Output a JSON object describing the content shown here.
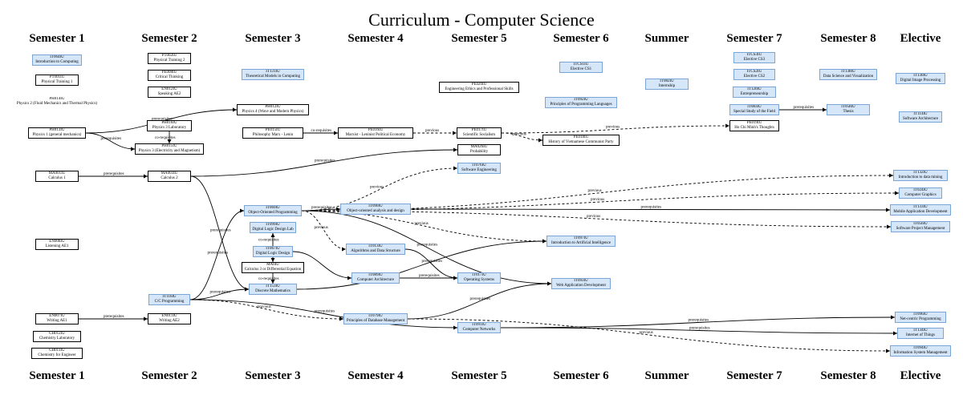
{
  "title": "Curriculum - Computer Science",
  "semesters": [
    "Semester 1",
    "Semester 2",
    "Semester 3",
    "Semester 4",
    "Semester 5",
    "Semester 6",
    "Summer",
    "Semester 7",
    "Semester 8",
    "Elective"
  ],
  "edge_labels": {
    "prereq": "prerequisites",
    "coreq": "co-requisites",
    "prev": "previous"
  },
  "courses": {
    "IT064IU": {
      "code": "IT064IU",
      "name": "Introduction to Computing",
      "style": "blue"
    },
    "PT001IU": {
      "code": "PT001IU",
      "name": "Physical Training 1",
      "style": "white"
    },
    "PH014IU": {
      "code": "PH014IU",
      "name": "Physics 2 (Fluid Mechanics and Thermal Physics)",
      "style": "plain"
    },
    "PH013IU": {
      "code": "PH013IU",
      "name": "Physics 1 (general mechanics)",
      "style": "white"
    },
    "MA001IU": {
      "code": "MA001IU",
      "name": "Calculus 1",
      "style": "white"
    },
    "EN008IU": {
      "code": "EN008IU",
      "name": "Listening AE1",
      "style": "white"
    },
    "EN007IU": {
      "code": "EN007IU",
      "name": "Writing AE1",
      "style": "white"
    },
    "CH012IU": {
      "code": "CH012IU",
      "name": "Chemistry Laboratory",
      "style": "white"
    },
    "CH011IU": {
      "code": "CH011IU",
      "name": "Chemistry for Engineer",
      "style": "white"
    },
    "PT002IU": {
      "code": "PT002IU",
      "name": "Physical Training 2",
      "style": "white"
    },
    "PE008IU": {
      "code": "PE008IU",
      "name": "Critical Thinking",
      "style": "white"
    },
    "EN012IU": {
      "code": "EN012IU",
      "name": "Speaking AE2",
      "style": "white"
    },
    "PH016IU": {
      "code": "PH016IU",
      "name": "Physics 3 Laboratory",
      "style": "white"
    },
    "PH015IU": {
      "code": "PH015IU",
      "name": "Physics 3 (Electricity and Magnetism)",
      "style": "white"
    },
    "MA003IU": {
      "code": "MA003IU",
      "name": "Calculus 2",
      "style": "white"
    },
    "EN011IU": {
      "code": "EN011IU",
      "name": "Writing AE2",
      "style": "white"
    },
    "IT116IU": {
      "code": "IT116IU",
      "name": "C/C Programming",
      "style": "blue"
    },
    "IT131IU": {
      "code": "IT131IU",
      "name": "Theoretical Models in Computing",
      "style": "blue"
    },
    "PH012IU": {
      "code": "PH012IU",
      "name": "Physics 4 (Wave and Modern Physics)",
      "style": "white"
    },
    "PE015IU": {
      "code": "PE015IU",
      "name": "Philosophy Marx - Lenin",
      "style": "white"
    },
    "IT069IU": {
      "code": "IT069IU",
      "name": "Object-Oriented Programming",
      "style": "blue"
    },
    "IT099IU": {
      "code": "IT099IU",
      "name": "Digital Logic Design Lab",
      "style": "blue"
    },
    "IT067IU": {
      "code": "IT067IU",
      "name": "Digital Logic Design",
      "style": "blue"
    },
    "MA0IU": {
      "code": "MA0IU",
      "name": "Calculus 3 or Differential Equation",
      "style": "white"
    },
    "IT153IU": {
      "code": "IT153IU",
      "name": "Discrete Mathematics",
      "style": "blue"
    },
    "PE016IU": {
      "code": "PE016IU",
      "name": "Marxist - Leninist Political Economy",
      "style": "white"
    },
    "IT090IU": {
      "code": "IT090IU",
      "name": "Object-oriented analysis and design",
      "style": "blue"
    },
    "IT013IU": {
      "code": "IT013IU",
      "name": "Algorithms and Data Structure",
      "style": "blue"
    },
    "IT089IU": {
      "code": "IT089IU",
      "name": "Computer Architecture",
      "style": "blue"
    },
    "IT079IU": {
      "code": "IT079IU",
      "name": "Principles of Database Management",
      "style": "blue"
    },
    "PE020IU": {
      "code": "PE020IU",
      "name": "Engineering Ethics and Professional Skills",
      "style": "white"
    },
    "PE017IU": {
      "code": "PE017IU",
      "name": "Scientific Socialism",
      "style": "white"
    },
    "MA026IU": {
      "code": "MA026IU",
      "name": "Probability",
      "style": "white"
    },
    "IT076IU": {
      "code": "IT076IU",
      "name": "Software Engineering",
      "style": "blue"
    },
    "IT017IU": {
      "code": "IT017IU",
      "name": "Operating Systems",
      "style": "blue"
    },
    "IT091IU": {
      "code": "IT091IU",
      "name": "Computer Networks",
      "style": "blue"
    },
    "ITCS1IU": {
      "code": "ITCS1IU",
      "name": "Elective CS1",
      "style": "blue"
    },
    "IT092IU": {
      "code": "IT092IU",
      "name": "Principles of Programming Languages",
      "style": "blue"
    },
    "PE018IU": {
      "code": "PE018IU",
      "name": "History of Vietnamese Communist Party",
      "style": "white"
    },
    "IT097IU": {
      "code": "IT097IU",
      "name": "Introduction to Artificial Intelligence",
      "style": "blue"
    },
    "IT093IU": {
      "code": "IT093IU",
      "name": "Web Application Development",
      "style": "blue"
    },
    "IT082IU": {
      "code": "IT082IU",
      "name": "Internship",
      "style": "blue"
    },
    "ITCS3IU": {
      "code": "ITCS3IU",
      "name": "Elective CS3",
      "style": "blue"
    },
    "ITCS2IU": {
      "code": "ITCS2IU",
      "name": "Elective CS2",
      "style": "blue"
    },
    "IT120IU": {
      "code": "IT120IU",
      "name": "Entrepreneurship",
      "style": "blue"
    },
    "IT083IU": {
      "code": "IT083IU",
      "name": "Special Study of the Field",
      "style": "blue"
    },
    "PE019IU": {
      "code": "PE019IU",
      "name": "Ho Chi Minh's Thoughts",
      "style": "white"
    },
    "IT138IU": {
      "code": "IT138IU",
      "name": "Data Science and Visualization",
      "style": "blue"
    },
    "IT058IU": {
      "code": "IT058IU",
      "name": "Thesis",
      "style": "blue"
    },
    "IT130IU": {
      "code": "IT130IU",
      "name": "Digital Image Processing",
      "style": "blue"
    },
    "IT114IU": {
      "code": "IT114IU",
      "name": "Software Architecture",
      "style": "blue"
    },
    "IT132IU": {
      "code": "IT132IU",
      "name": "Introduction to data mining",
      "style": "blue"
    },
    "IT024IU": {
      "code": "IT024IU",
      "name": "Computer Graphics",
      "style": "blue"
    },
    "IT133IU": {
      "code": "IT133IU",
      "name": "Mobile Application Development",
      "style": "blue"
    },
    "IT056IU": {
      "code": "IT056IU",
      "name": "Software Project Management",
      "style": "blue"
    },
    "IT096IU": {
      "code": "IT096IU",
      "name": "Net-centric Programming",
      "style": "blue"
    },
    "IT134IU": {
      "code": "IT134IU",
      "name": "Internet of Things",
      "style": "blue"
    },
    "IT094IU": {
      "code": "IT094IU",
      "name": "Information System Management",
      "style": "blue"
    }
  }
}
